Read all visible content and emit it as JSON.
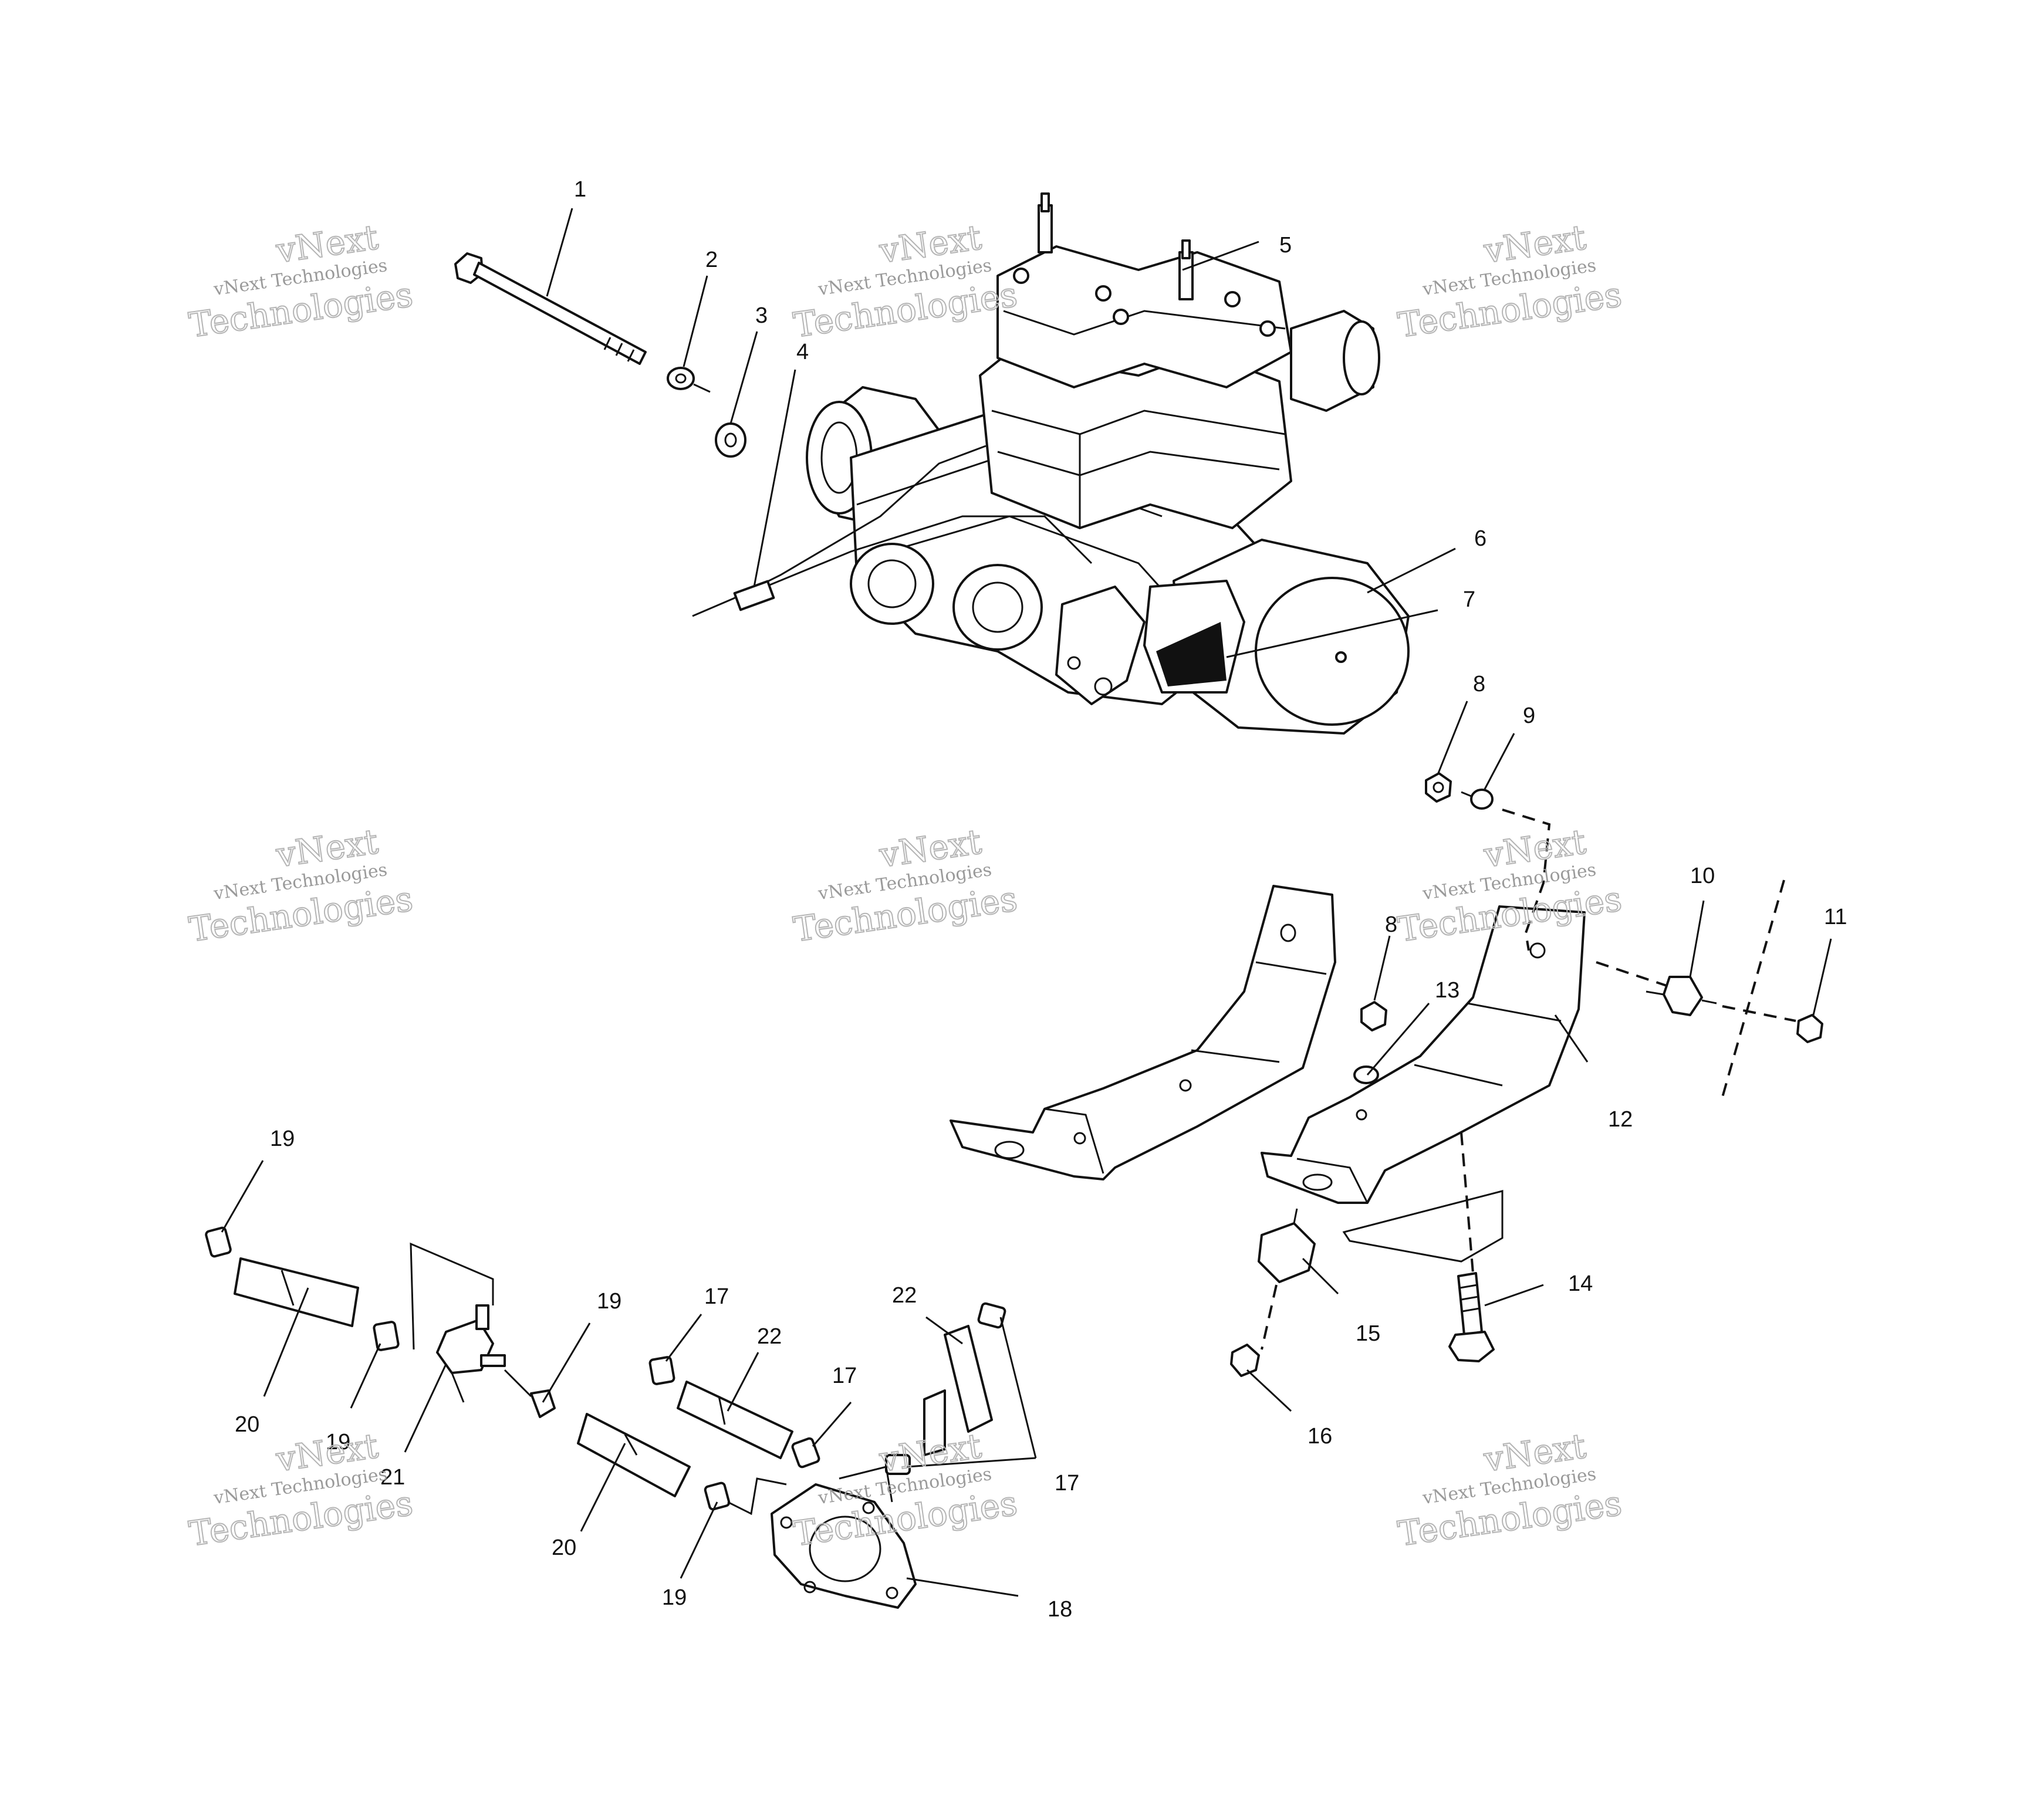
{
  "watermark": {
    "line1": "vNext",
    "line2": "vNext Technologies",
    "line3": "Technologies"
  },
  "callouts": [
    {
      "id": "c1",
      "label": "1"
    },
    {
      "id": "c2",
      "label": "2"
    },
    {
      "id": "c3",
      "label": "3"
    },
    {
      "id": "c4",
      "label": "4"
    },
    {
      "id": "c5",
      "label": "5"
    },
    {
      "id": "c6",
      "label": "6"
    },
    {
      "id": "c7",
      "label": "7"
    },
    {
      "id": "c8a",
      "label": "8"
    },
    {
      "id": "c9",
      "label": "9"
    },
    {
      "id": "c8b",
      "label": "8"
    },
    {
      "id": "c13",
      "label": "13"
    },
    {
      "id": "c10",
      "label": "10"
    },
    {
      "id": "c11",
      "label": "11"
    },
    {
      "id": "c12",
      "label": "12"
    },
    {
      "id": "c14",
      "label": "14"
    },
    {
      "id": "c15",
      "label": "15"
    },
    {
      "id": "c16",
      "label": "16"
    },
    {
      "id": "c19a",
      "label": "19"
    },
    {
      "id": "c20a",
      "label": "20"
    },
    {
      "id": "c19b",
      "label": "19"
    },
    {
      "id": "c21",
      "label": "21"
    },
    {
      "id": "c19c",
      "label": "19"
    },
    {
      "id": "c17a",
      "label": "17"
    },
    {
      "id": "c22a",
      "label": "22"
    },
    {
      "id": "c17b",
      "label": "17"
    },
    {
      "id": "c22b",
      "label": "22"
    },
    {
      "id": "c17c",
      "label": "17"
    },
    {
      "id": "c20b",
      "label": "20"
    },
    {
      "id": "c19d",
      "label": "19"
    },
    {
      "id": "c18",
      "label": "18"
    }
  ]
}
